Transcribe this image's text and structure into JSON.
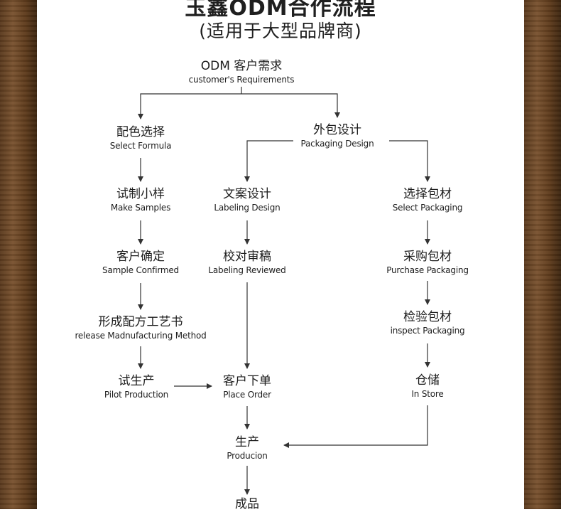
{
  "title": "玉鑫ODM合作流程",
  "subtitle": "(适用于大型品牌商)",
  "nodes": {
    "odm": {
      "zh": "ODM 客户需求",
      "en": "customer's Requirements"
    },
    "formula": {
      "zh": "配色选择",
      "en": "Select Formula"
    },
    "packaging_design": {
      "zh": "外包设计",
      "en": "Packaging Design"
    },
    "samples": {
      "zh": "试制小样",
      "en": "Make Samples"
    },
    "labeling_design": {
      "zh": "文案设计",
      "en": "Labeling Design"
    },
    "select_packaging": {
      "zh": "选择包材",
      "en": "Select Packaging"
    },
    "sample_confirmed": {
      "zh": "客户确定",
      "en": "Sample Confirmed"
    },
    "labeling_reviewed": {
      "zh": "校对审稿",
      "en": "Labeling Reviewed"
    },
    "purchase_packaging": {
      "zh": "采购包材",
      "en": "Purchase Packaging"
    },
    "method": {
      "zh": "形成配方工艺书",
      "en": "release Madnufacturing Method"
    },
    "inspect_packaging": {
      "zh": "检验包材",
      "en": "inspect Packaging"
    },
    "pilot": {
      "zh": "试生产",
      "en": "Pilot Production"
    },
    "place_order": {
      "zh": "客户下单",
      "en": "Place Order"
    },
    "in_store": {
      "zh": "仓储",
      "en": "In Store"
    },
    "production": {
      "zh": "生产",
      "en": "Producion"
    },
    "finished": {
      "zh": "成品",
      "en": ""
    }
  },
  "colors": {
    "line": "#333333",
    "frame": "#6b4626",
    "text": "#1d1d1d"
  }
}
